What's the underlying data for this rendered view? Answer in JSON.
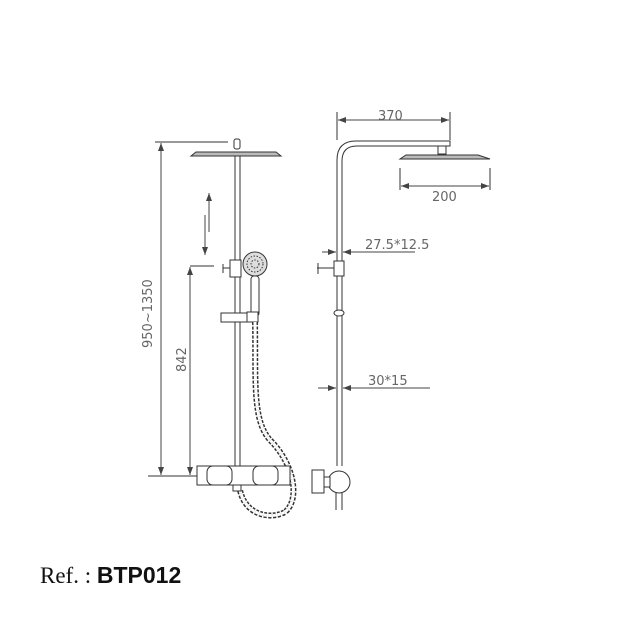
{
  "dimensions": {
    "arm_length": "370",
    "head_diameter": "200",
    "upper_tube": "27.5*12.5",
    "lower_tube": "30*15",
    "total_height": "950~1350",
    "slide_height": "842"
  },
  "reference": {
    "label": "Ref. :",
    "code": "BTP012"
  }
}
